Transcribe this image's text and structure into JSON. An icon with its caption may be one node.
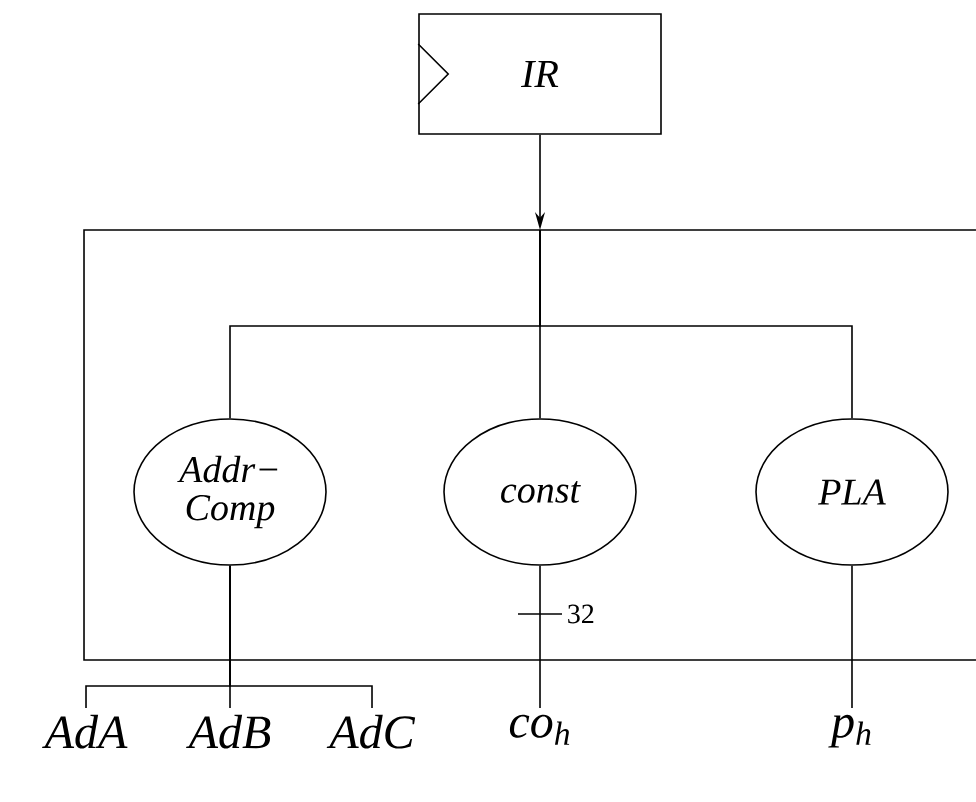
{
  "diagram": {
    "nodes": [
      {
        "text": [
          "IR"
        ]
      },
      {
        "text": [],
        "shape": "box"
      },
      {
        "text": [
          "Addr− Comp"
        ],
        "in": 1
      },
      {
        "text": [
          "const"
        ],
        "in": 1
      },
      {
        "text": [
          "PLA"
        ],
        "in": 1
      },
      {
        "text": [
          "AdA"
        ]
      },
      {
        "text": [
          "AdB"
        ]
      },
      {
        "text": [
          "AdC"
        ]
      },
      {
        "text": [
          "co$_{h}$"
        ]
      },
      {
        "text": [
          "p$_{h}$"
        ]
      }
    ],
    "edges": [
      {
        "from": 0,
        "to": 1,
        "arrow": "to"
      },
      {
        "from": 1,
        "to": 2,
        "arrow": "none"
      },
      {
        "from": 1,
        "to": 3,
        "arrow": "none"
      },
      {
        "from": 1,
        "to": 4,
        "arrow": "none"
      },
      {
        "from": 2,
        "to": 5,
        "arrow": "none"
      },
      {
        "from": 2,
        "to": 6,
        "arrow": "none"
      },
      {
        "from": 2,
        "to": 7,
        "arrow": "none"
      },
      {
        "from": 3,
        "to": 8,
        "label": "32",
        "arrow": "none"
      },
      {
        "from": 4,
        "to": 9,
        "arrow": "none"
      }
    ]
  }
}
